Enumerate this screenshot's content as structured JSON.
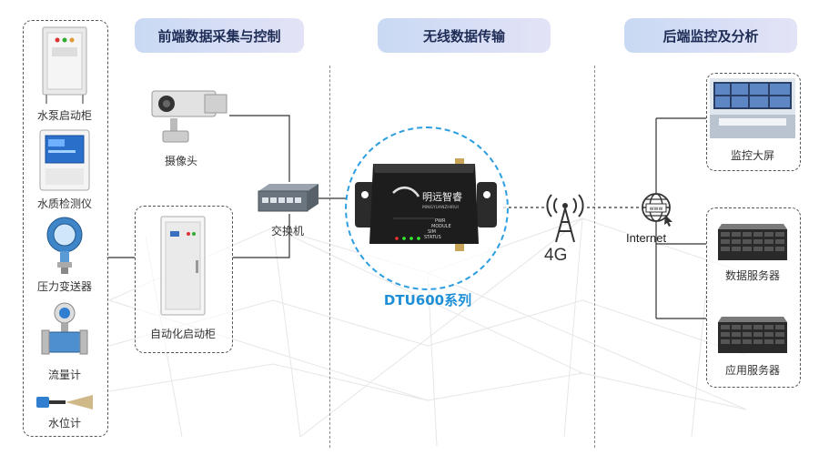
{
  "headers": {
    "front": "前端数据采集与控制",
    "wireless": "无线数据传输",
    "backend": "后端监控及分析"
  },
  "devices": {
    "pump_cabinet": "水泵启动柜",
    "water_quality": "水质检测仪",
    "pressure": "压力变送器",
    "flow": "流量计",
    "level": "水位计",
    "camera": "摄像头",
    "auto_cabinet": "自动化启动柜",
    "switch": "交换机"
  },
  "dtu": {
    "series_label": "DTU600系列",
    "brand": "明远智睿",
    "brand_sub": "MINGYUANZHIRUI",
    "leds": [
      "PWR",
      "MODULE",
      "SIM",
      "STATUS"
    ]
  },
  "network": {
    "cellular": "4G",
    "internet": "Internet"
  },
  "backend": {
    "monitor": "监控大屏",
    "data_server": "数据服务器",
    "app_server": "应用服务器"
  },
  "colors": {
    "accent": "#1e8fd6",
    "header_gradient_start": "#c9d9f3",
    "header_gradient_end": "#e3e3f7",
    "header_text": "#1f2d56"
  },
  "icons": [
    "pump-cabinet-icon",
    "water-quality-icon",
    "pressure-transmitter-icon",
    "flowmeter-icon",
    "water-level-icon",
    "camera-icon",
    "auto-cabinet-icon",
    "switch-icon",
    "dtu-device-icon",
    "antenna-icon",
    "globe-icon",
    "monitor-screen-icon",
    "server-icon"
  ]
}
